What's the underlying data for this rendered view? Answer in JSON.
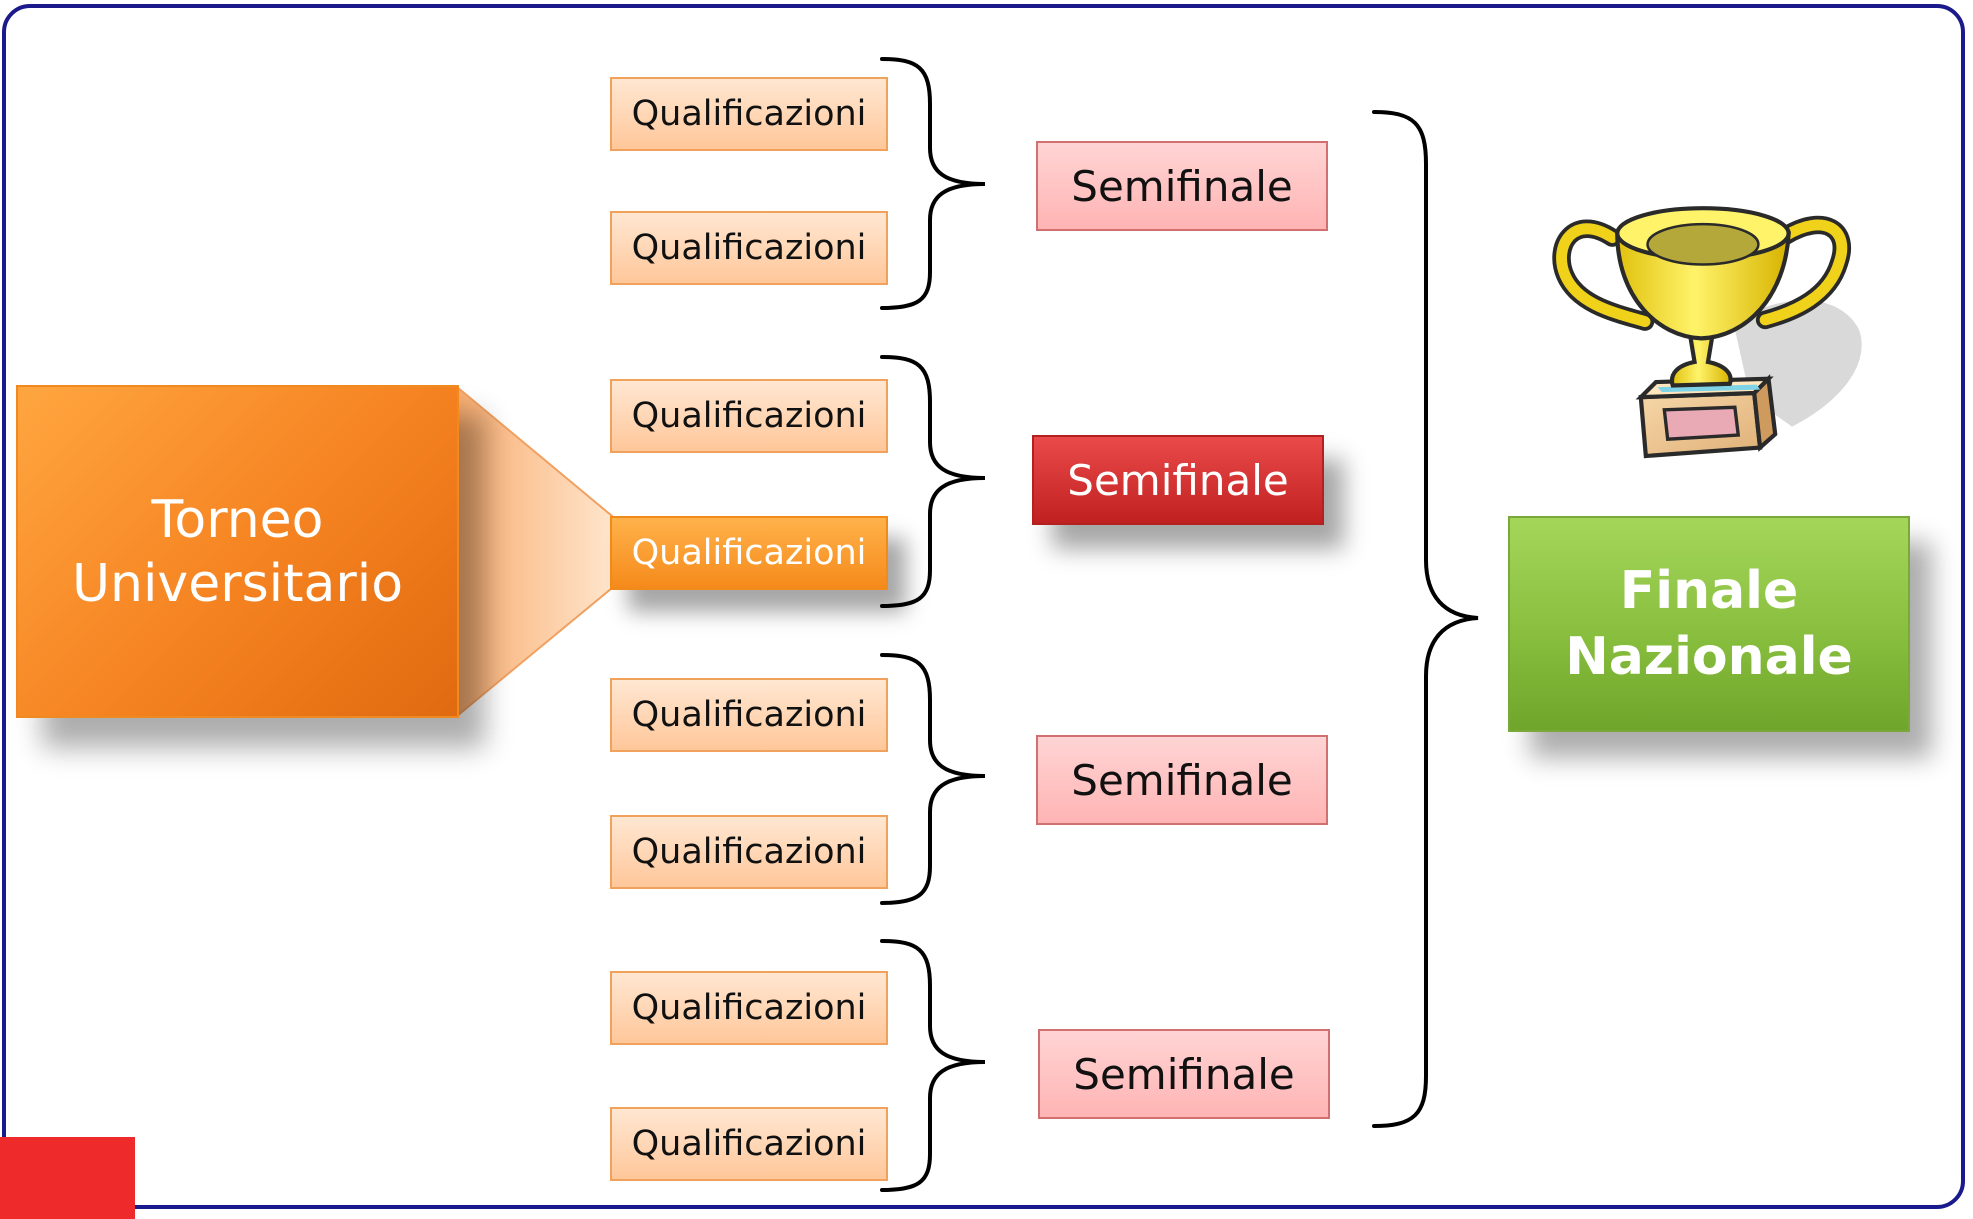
{
  "diagram": {
    "torneo": {
      "line1": "Torneo",
      "line2": "Universitario"
    },
    "qualificazioni": [
      "Qualificazioni",
      "Qualificazioni",
      "Qualificazioni",
      "Qualificazioni",
      "Qualificazioni",
      "Qualificazioni",
      "Qualificazioni",
      "Qualificazioni"
    ],
    "semifinali": [
      "Semifinale",
      "Semifinale",
      "Semifinale",
      "Semifinale"
    ],
    "finale": {
      "line1": "Finale",
      "line2": "Nazionale"
    }
  },
  "colors": {
    "frame": "#1a1a8c",
    "torneo": "#f58220",
    "qualificazioni": "#ffc79a",
    "qualificazioni_active": "#f58a1b",
    "semifinale": "#ffb4b4",
    "semifinale_active": "#c02020",
    "finale": "#86bc3c",
    "corner_block": "#ee2a2a"
  },
  "icons": {
    "trophy": "trophy-icon"
  }
}
